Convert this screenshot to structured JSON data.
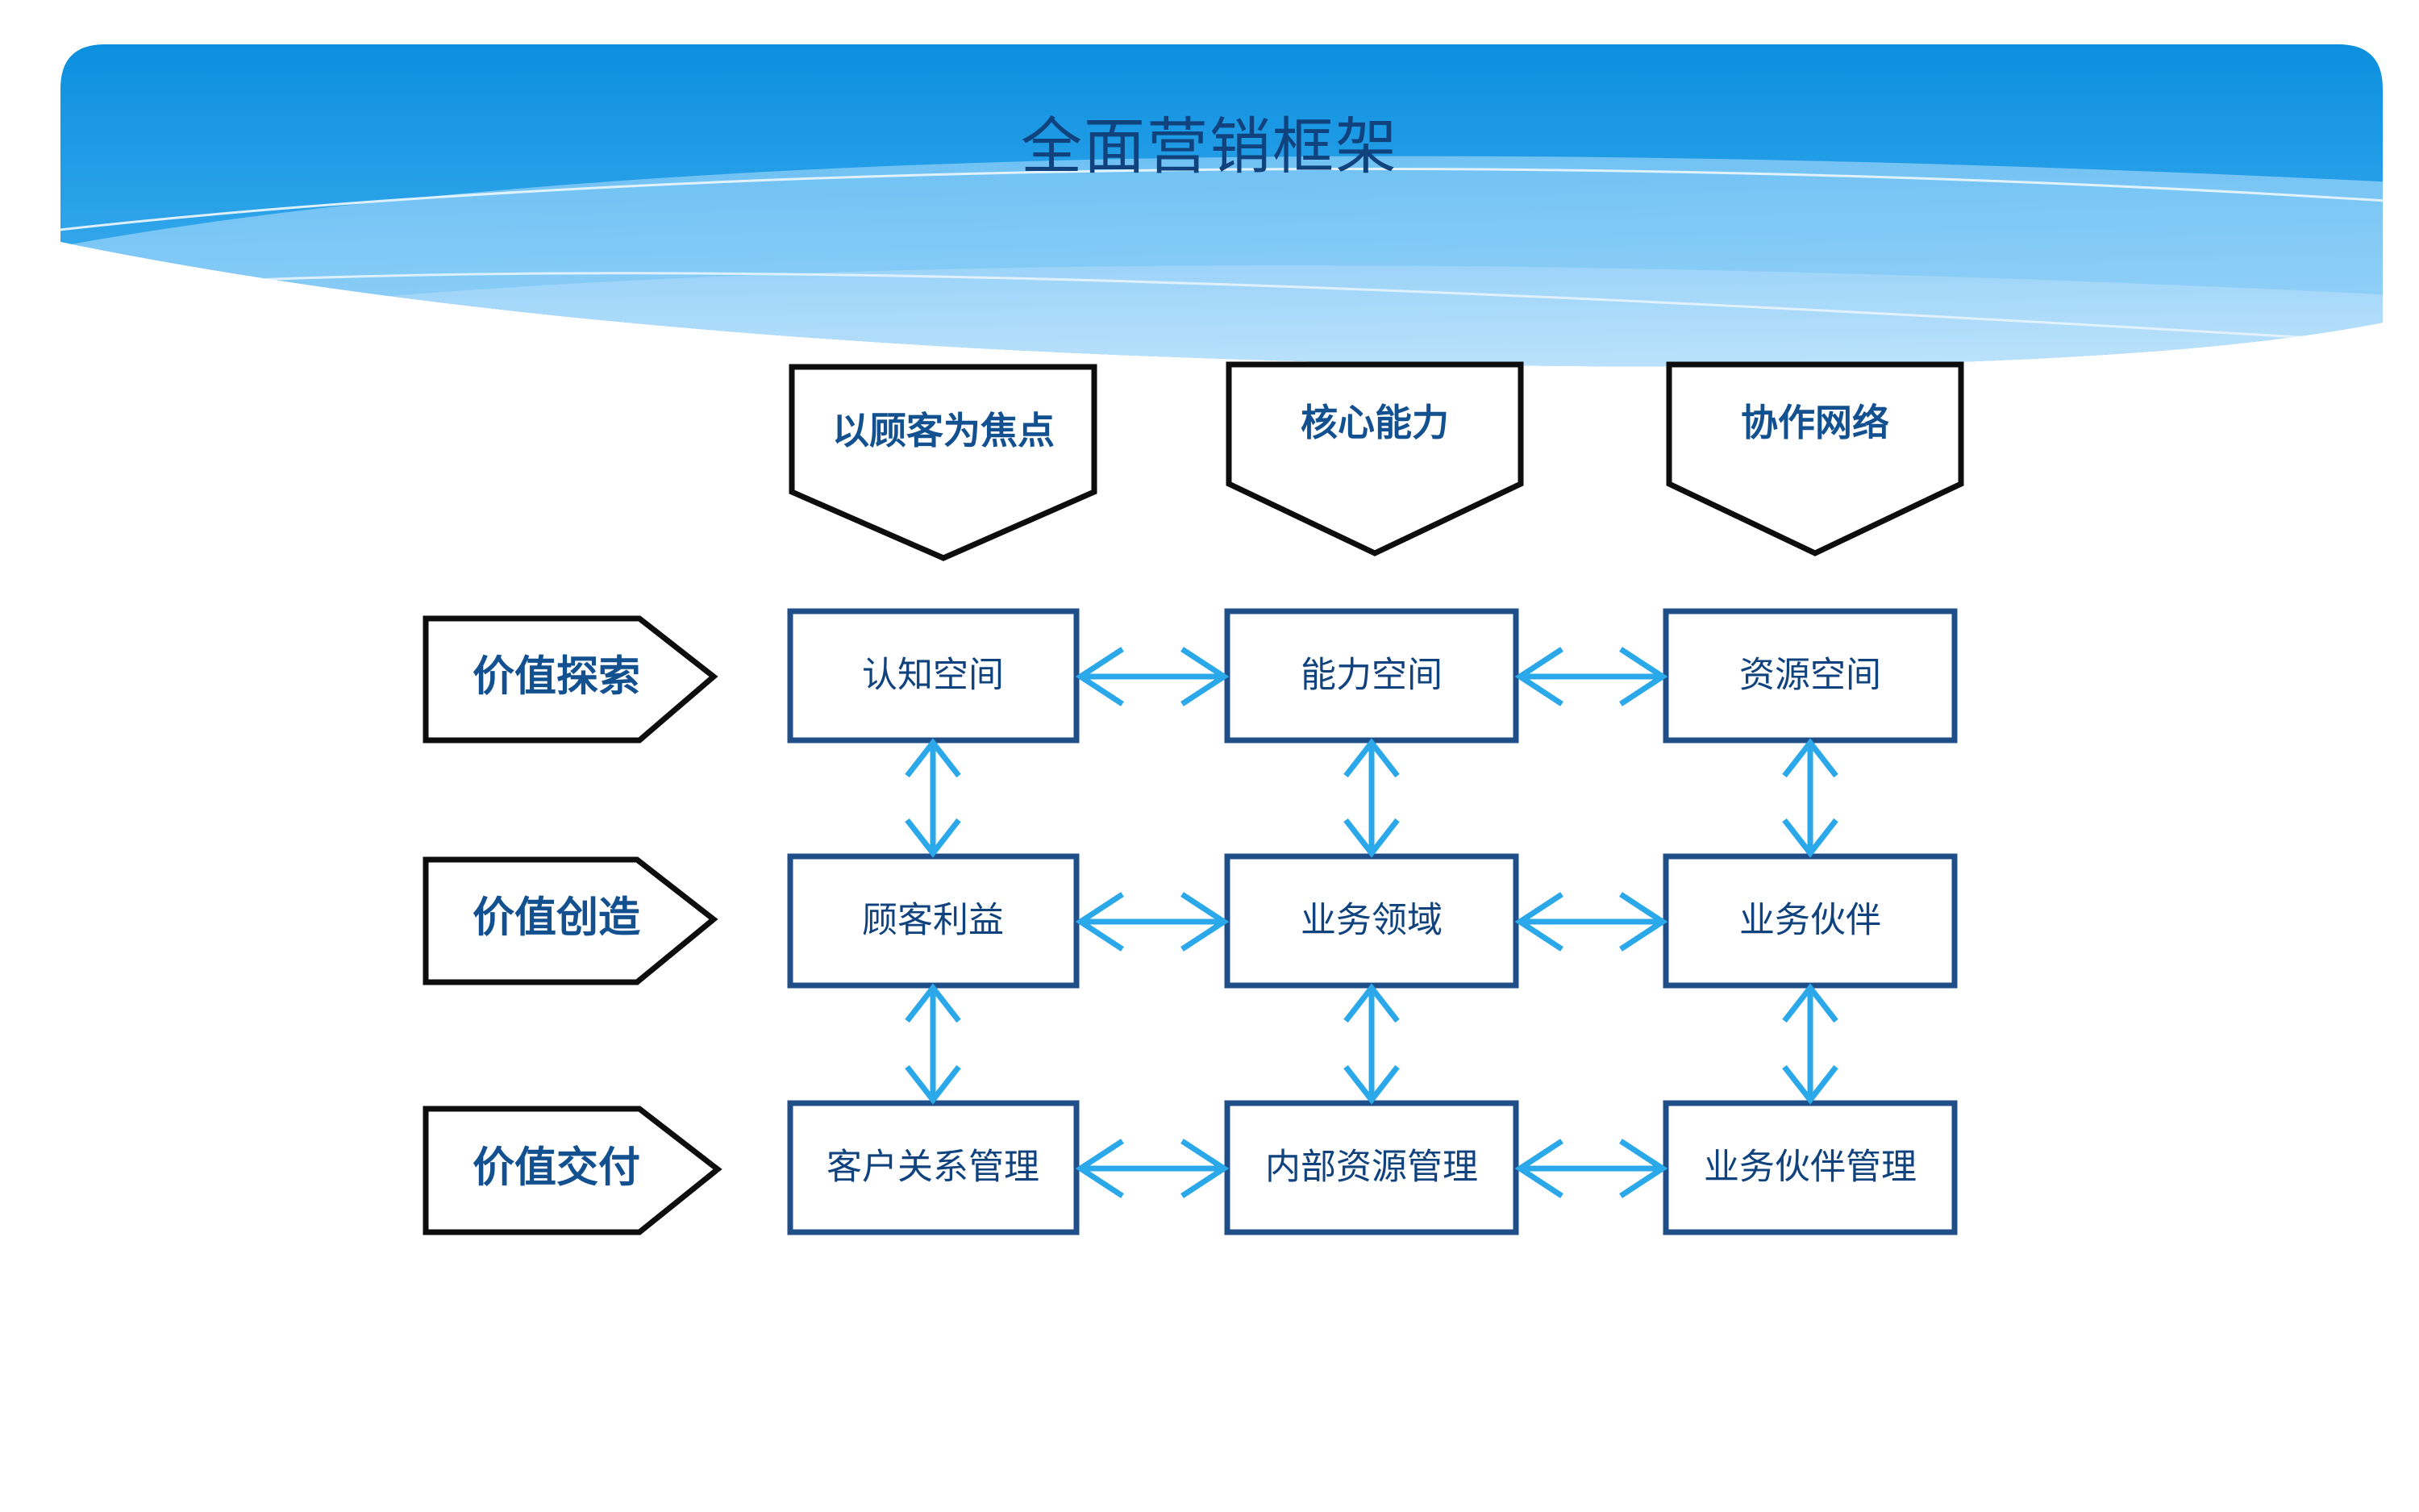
{
  "banner": {
    "title": "全面营销框架",
    "colors": {
      "blue_top": "#0f95e0",
      "blue_bottom": "#4fb3ef",
      "blue_light": "#7fc8f5",
      "blue_lighter": "#a9daf9",
      "title_text": "#10427e"
    }
  },
  "theme": {
    "pentagon_stroke": "#0d0d0d",
    "box_stroke": "#1f4e88",
    "label_blue": "#12508f",
    "cell_text": "#10427e",
    "arrow_blue": "#2aa8ea",
    "page_background": "#ffffff"
  },
  "columns": [
    {
      "id": "customer-focus",
      "header": "以顾客为焦点"
    },
    {
      "id": "core-capability",
      "header": "核心能力"
    },
    {
      "id": "collaboration-network",
      "header": "协作网络"
    }
  ],
  "rows": [
    {
      "id": "value-exploration",
      "label": "价值探索"
    },
    {
      "id": "value-creation",
      "label": "价值创造"
    },
    {
      "id": "value-delivery",
      "label": "价值交付"
    }
  ],
  "grid": [
    [
      "认知空间",
      "能力空间",
      "资源空间"
    ],
    [
      "顾客利益",
      "业务领域",
      "业务伙伴"
    ],
    [
      "客户关系管理",
      "内部资源管理",
      "业务伙伴管理"
    ]
  ],
  "connectors": {
    "horizontal_count": 6,
    "vertical_count": 6,
    "style": "double-headed"
  }
}
